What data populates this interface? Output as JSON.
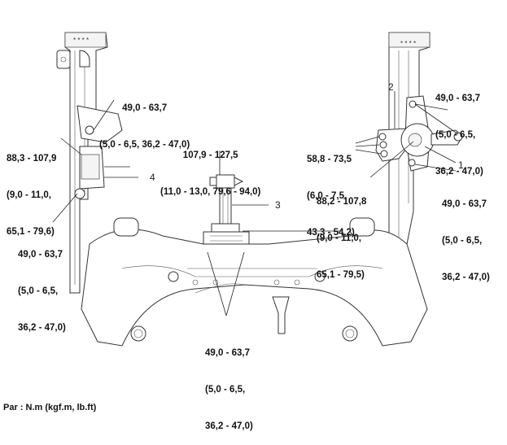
{
  "diagram": {
    "title": "Front subframe and engine mount torque specifications",
    "unit_legend": "Par : N.m (kgf.m, lb.ft)",
    "callout_numbers": [
      "1",
      "2",
      "3",
      "4"
    ],
    "torque_labels": [
      {
        "id": "left-upper",
        "lines": [
          "49,0 - 63,7",
          "(5,0 - 6,5, 36,2 - 47,0)"
        ]
      },
      {
        "id": "left-mid",
        "lines": [
          "88,3 - 107,9",
          "(9,0 - 11,0,",
          "65,1 - 79,6)"
        ]
      },
      {
        "id": "left-lower",
        "lines": [
          "49,0 - 63,7",
          "(5,0 - 6,5,",
          "36,2 - 47,0)"
        ]
      },
      {
        "id": "center-top",
        "lines": [
          "107,9 - 127,5",
          "(11,0 - 13,0, 79,6 - 94,0)"
        ]
      },
      {
        "id": "center-bottom",
        "lines": [
          "49,0 - 63,7",
          "(5,0 - 6,5,",
          "36,2 - 47,0)"
        ]
      },
      {
        "id": "right-mount-bracket",
        "lines": [
          "58,8 - 73,5",
          "(6,0 - 7,5,",
          "43,3 - 54,2)"
        ]
      },
      {
        "id": "right-mount-center",
        "lines": [
          "88,2 - 107,8",
          "(9,0 - 11,0,",
          "65,1 - 79,5)"
        ]
      },
      {
        "id": "right-upper",
        "lines": [
          "49,0 - 63,7",
          "(5,0 - 6,5,",
          "36,2 - 47,0)"
        ]
      },
      {
        "id": "right-lower",
        "lines": [
          "49,0 - 63,7",
          "(5,0 - 6,5,",
          "36,2 - 47,0)"
        ]
      }
    ]
  }
}
